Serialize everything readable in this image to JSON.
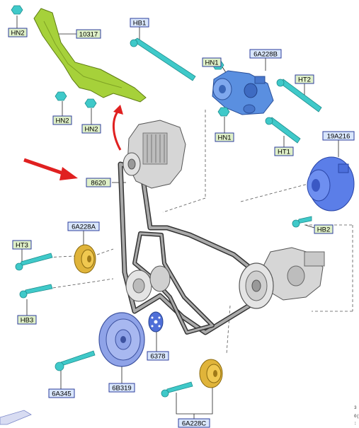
{
  "labels": {
    "hn2_a": "HN2",
    "l10317": "10317",
    "hb1": "HB1",
    "hn1_a": "HN1",
    "l6A228B": "6A228B",
    "ht2": "HT2",
    "hn2_b": "HN2",
    "hn2_c": "HN2",
    "hn1_b": "HN1",
    "ht1": "HT1",
    "l19A216": "19A216",
    "l8620": "8620",
    "hb2": "HB2",
    "l6A228A": "6A228A",
    "ht3": "HT3",
    "hb3": "HB3",
    "l6378": "6378",
    "l6A345": "6A345",
    "l6B319": "6B319",
    "l6A228C": "6A228C"
  },
  "edge_text": [
    "3",
    "0(",
    ":"
  ],
  "colors": {
    "bracket": "#a6d13a",
    "tensioner": "#5a8fe0",
    "blue_part": "#5b7ee8",
    "bolt": "#3fc9c9",
    "idler": "#e0b43a",
    "label_green": "#dff0c8",
    "label_blue": "#d9e6fb",
    "label_border": "#2c3e9c",
    "arrow": "#e02020"
  }
}
